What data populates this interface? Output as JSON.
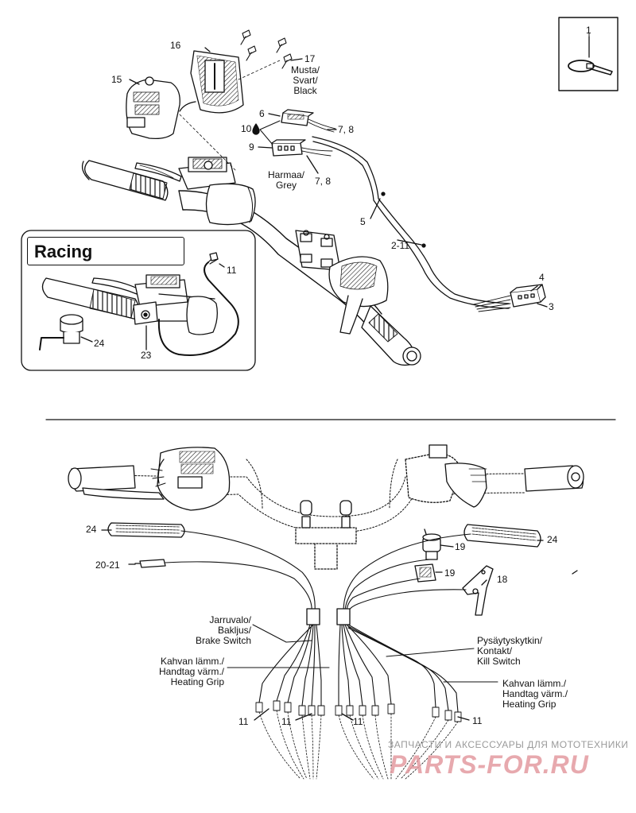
{
  "labels": {
    "l1": "1",
    "l2_11_a": "2-11",
    "l3": "3",
    "l4": "4",
    "l5": "5",
    "l6": "6",
    "l7_8_a": "7, 8",
    "l7_8_b": "7, 8",
    "l9": "9",
    "l10": "10",
    "l11_racing": "11",
    "l15": "15",
    "l16": "16",
    "l17": "17",
    "l23": "23",
    "l24_racing": "24",
    "l24_left": "24",
    "l24_right": "24",
    "l19_a": "19",
    "l19_b": "19",
    "l18": "18",
    "l20_21": "20-21",
    "l11_b1": "11",
    "l11_b2": "11",
    "l11_b3": "11",
    "l11_b4": "11"
  },
  "wire_colors": {
    "black": [
      "Musta/",
      "Svart/",
      "Black"
    ],
    "grey": [
      "Harmaa/",
      "Grey"
    ]
  },
  "racing_title": "Racing",
  "callouts": {
    "brake_switch": [
      "Jarruvalo/",
      "Bakljus/",
      "Brake Switch"
    ],
    "heating_grip_left": [
      "Kahvan lämm./",
      "Handtag värm./",
      "Heating Grip"
    ],
    "kill_switch": [
      "Pysäytyskytkin/",
      "Kontakt/",
      "Kill Switch"
    ],
    "heating_grip_right": [
      "Kahvan lämm./",
      "Handtag värm./",
      "Heating Grip"
    ]
  },
  "watermark": {
    "tagline": "ЗАПЧАСТИ И АКСЕССУАРЫ ДЛЯ МОТОТЕХНИКИ",
    "brand": "PARTS-FOR.RU"
  }
}
